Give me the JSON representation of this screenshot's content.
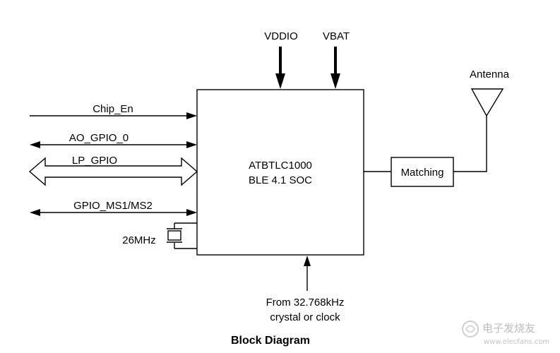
{
  "diagram": {
    "title": "Block Diagram",
    "soc": {
      "line1": "ATBTLC1000",
      "line2": "BLE 4.1 SOC"
    },
    "power": {
      "vddio": "VDDIO",
      "vbat": "VBAT"
    },
    "signals": {
      "chip_en": "Chip_En",
      "ao_gpio": "AO_GPIO_0",
      "lp_gpio": "LP_GPIO",
      "gpio_ms": "GPIO_MS1/MS2"
    },
    "crystal": {
      "label": "26MHz"
    },
    "clock_input": {
      "line1": "From 32.768kHz",
      "line2": "crystal or clock"
    },
    "matching": {
      "label": "Matching"
    },
    "antenna": {
      "label": "Antenna"
    },
    "watermark": {
      "text": "电子发烧友",
      "url": "www.elecfans.com"
    }
  }
}
